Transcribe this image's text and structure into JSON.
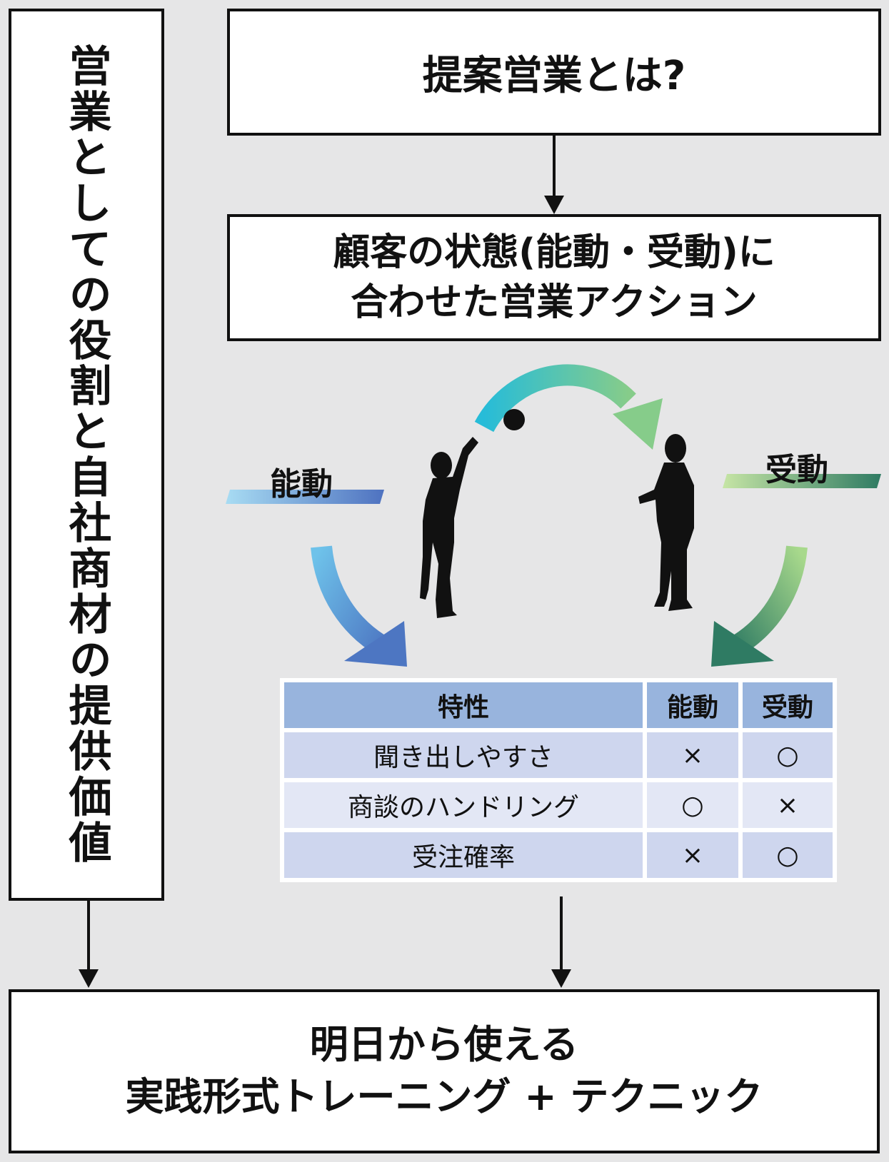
{
  "left_box": {
    "text": "営業としての役割と自社商材の提供価値"
  },
  "top_box": {
    "text": "提案営業とは?"
  },
  "mid_box": {
    "line1": "顧客の状態(能動・受動)に",
    "line2": "合わせた営業アクション"
  },
  "labels": {
    "active": "能動",
    "passive": "受動"
  },
  "table": {
    "headers": [
      "特性",
      "能動",
      "受動"
    ],
    "rows": [
      {
        "name": "聞き出しやすさ",
        "active": "×",
        "passive": "○"
      },
      {
        "name": "商談のハンドリング",
        "active": "○",
        "passive": "×"
      },
      {
        "name": "受注確率",
        "active": "×",
        "passive": "○"
      }
    ]
  },
  "bottom_box": {
    "line1": "明日から使える",
    "line2": "実践形式トレーニング + テクニック"
  },
  "colors": {
    "active_arrow": "#5b86c8",
    "passive_arrow": "#3e8a6a",
    "arc_start": "#31bfd6",
    "arc_end": "#7fc98c"
  }
}
